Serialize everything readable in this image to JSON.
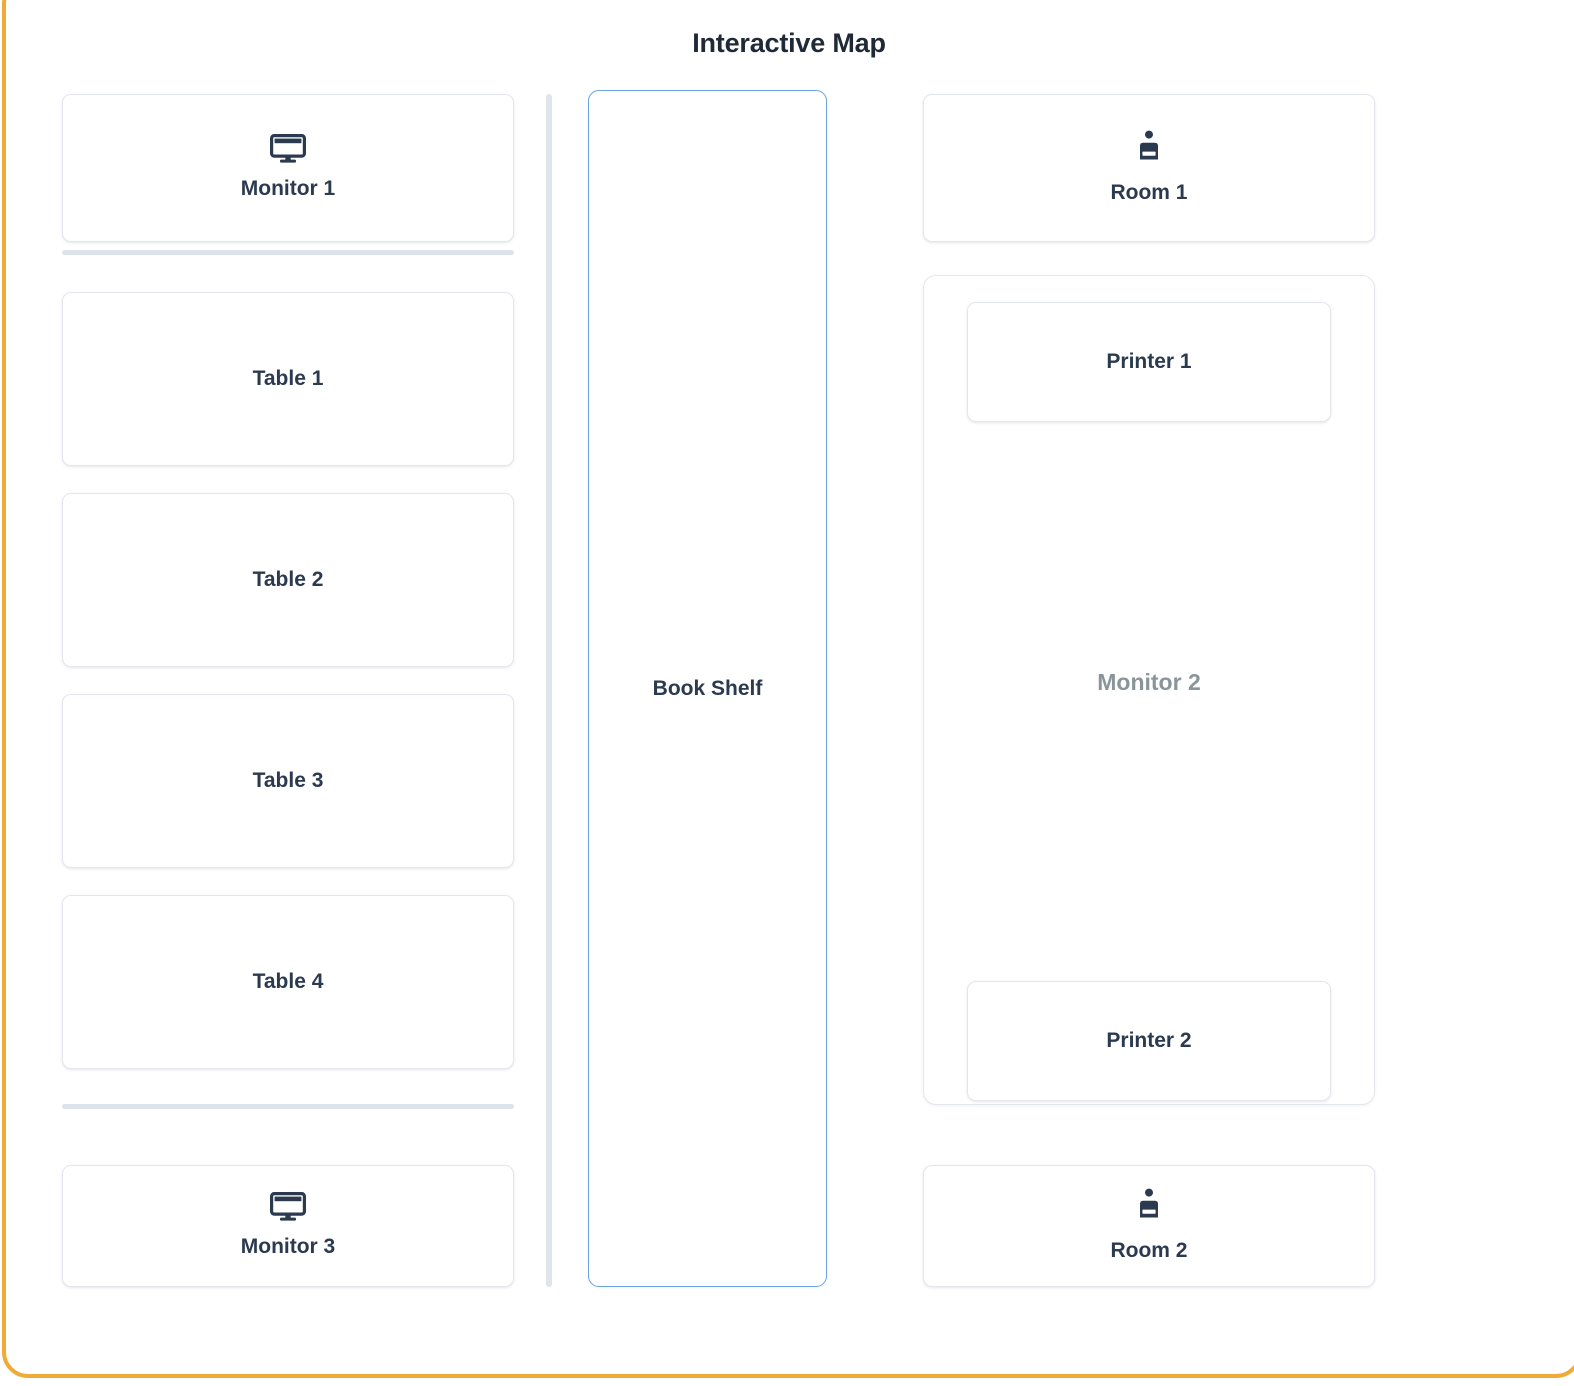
{
  "page": {
    "title": "Interactive Map",
    "accent_border_color": "#eeab38",
    "label_color": "#2b3a4f",
    "muted_label_color": "#8a9599",
    "selected_border_color": "#6aa3dd",
    "card_border_color": "#e3e7ed",
    "divider_color": "#dde3ea"
  },
  "left_column": {
    "monitor_top": {
      "label": "Monitor 1",
      "icon": "desktop-monitor-icon"
    },
    "divider_top": "horizontal-divider",
    "tables": [
      {
        "label": "Table 1"
      },
      {
        "label": "Table 2"
      },
      {
        "label": "Table 3"
      },
      {
        "label": "Table 4"
      }
    ],
    "divider_bottom": "horizontal-divider",
    "monitor_bottom": {
      "label": "Monitor 3",
      "icon": "desktop-monitor-icon"
    }
  },
  "center_column": {
    "divider": "vertical-divider",
    "shelf": {
      "label": "Book Shelf",
      "selected": true
    }
  },
  "right_column": {
    "room_top": {
      "label": "Room 1",
      "icon": "room-printer-icon"
    },
    "group": {
      "label": "Monitor 2",
      "muted": true,
      "items": [
        {
          "label": "Printer 1"
        },
        {
          "label": "Printer 2"
        }
      ]
    },
    "room_bottom": {
      "label": "Room 2",
      "icon": "room-printer-icon"
    }
  }
}
